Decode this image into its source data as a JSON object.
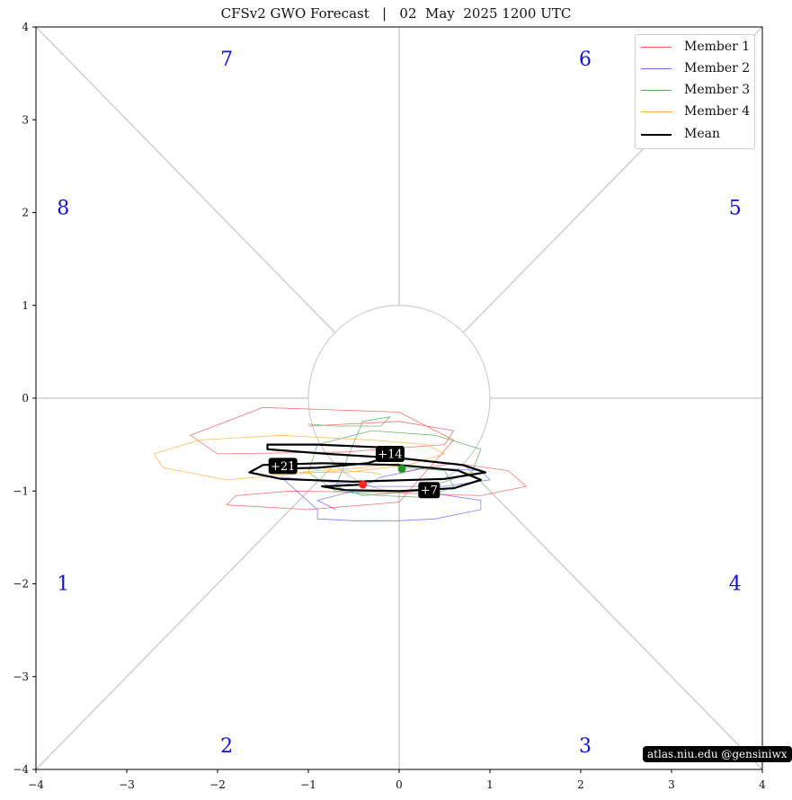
{
  "chart_data": {
    "type": "line",
    "title": "CFSv2 GWO Forecast   |   02  May  2025 1200 UTC",
    "xlim": [
      -4,
      4
    ],
    "ylim": [
      -4,
      4
    ],
    "x_ticks": [
      -4,
      -3,
      -2,
      -1,
      0,
      1,
      2,
      3,
      4
    ],
    "y_ticks": [
      -4,
      -3,
      -2,
      -1,
      0,
      1,
      2,
      3,
      4
    ],
    "x_tick_labels": [
      "−4",
      "−3",
      "−2",
      "−1",
      "0",
      "1",
      "2",
      "3",
      "4"
    ],
    "y_tick_labels": [
      "−4",
      "−3",
      "−2",
      "−1",
      "0",
      "1",
      "2",
      "3",
      "4"
    ],
    "grid": false,
    "legend_placement": "top-right",
    "phases": [
      {
        "label": "1",
        "x": -3.7,
        "y": -2.0
      },
      {
        "label": "2",
        "x": -1.9,
        "y": -3.75
      },
      {
        "label": "3",
        "x": 2.05,
        "y": -3.75
      },
      {
        "label": "4",
        "x": 3.7,
        "y": -2.0
      },
      {
        "label": "5",
        "x": 3.7,
        "y": 2.05
      },
      {
        "label": "6",
        "x": 2.05,
        "y": 3.65
      },
      {
        "label": "7",
        "x": -1.9,
        "y": 3.65
      },
      {
        "label": "8",
        "x": -3.7,
        "y": 2.05
      }
    ],
    "series": [
      {
        "name": "Member 1",
        "color": "#ff5a5a",
        "x": [
          0.0,
          0.6,
          1.2,
          1.4,
          0.9,
          0.0,
          -1.2,
          -1.8,
          -1.9,
          -1.0,
          0.0,
          0.6,
          0.0,
          -1.5,
          -2.3,
          -2.0,
          -0.6,
          0.5,
          0.6,
          0.0,
          -1.0
        ],
        "y": [
          -0.8,
          -0.7,
          -0.78,
          -0.95,
          -1.05,
          -1.02,
          -1.0,
          -1.05,
          -1.15,
          -1.2,
          -1.12,
          -0.45,
          -0.15,
          -0.1,
          -0.4,
          -0.6,
          -0.58,
          -0.5,
          -0.35,
          -0.25,
          -0.3
        ]
      },
      {
        "name": "Member 2",
        "color": "#6a6aff",
        "x": [
          -0.4,
          -0.2,
          0.3,
          0.9,
          1.0,
          0.5,
          -0.3,
          -1.0,
          -1.3,
          -0.9,
          -0.9,
          -0.5,
          0.0,
          0.4,
          0.9,
          0.9,
          0.2,
          -0.5,
          -0.9,
          -0.7
        ],
        "y": [
          -0.95,
          -0.85,
          -0.75,
          -0.78,
          -0.88,
          -0.95,
          -0.95,
          -0.88,
          -0.85,
          -1.2,
          -1.3,
          -1.32,
          -1.32,
          -1.3,
          -1.2,
          -1.1,
          -1.0,
          -1.0,
          -1.1,
          -1.2
        ]
      },
      {
        "name": "Member 3",
        "color": "#5aaa5a",
        "x": [
          0.05,
          0.5,
          0.6,
          0.3,
          -0.2,
          -0.7,
          -1.0,
          -0.9,
          -0.3,
          0.4,
          0.9,
          0.8,
          0.2,
          -0.4,
          -0.7,
          -0.4,
          -0.1,
          -0.2,
          -0.7,
          -1.0
        ],
        "y": [
          -0.75,
          -0.78,
          -0.95,
          -1.07,
          -1.05,
          -1.0,
          -0.8,
          -0.5,
          -0.35,
          -0.4,
          -0.55,
          -0.8,
          -1.0,
          -1.05,
          -0.95,
          -0.25,
          -0.2,
          -0.3,
          -0.3,
          -0.28
        ]
      },
      {
        "name": "Member 4",
        "color": "#ffb040",
        "x": [
          -0.2,
          -0.3,
          -0.6,
          -1.2,
          -1.9,
          -2.6,
          -2.7,
          -2.2,
          -1.3,
          -0.3,
          0.3,
          0.5,
          0.1,
          -0.6,
          -1.1,
          -0.9,
          -0.4,
          0.0
        ],
        "y": [
          -0.82,
          -0.8,
          -0.78,
          -0.82,
          -0.88,
          -0.75,
          -0.6,
          -0.45,
          -0.4,
          -0.45,
          -0.5,
          -0.6,
          -0.72,
          -0.8,
          -0.8,
          -0.78,
          -0.75,
          -0.7
        ]
      },
      {
        "name": "Mean",
        "color": "#000000",
        "x": [
          -0.4,
          -0.6,
          -0.85,
          -0.6,
          0.0,
          0.6,
          0.9,
          0.65,
          0.0,
          -0.85,
          -1.5,
          -1.65,
          -1.3,
          -0.5,
          0.5,
          0.95,
          0.7,
          0.05,
          -0.8,
          -1.45,
          -1.45,
          -0.9,
          -0.2,
          0.0,
          -0.35,
          -0.9,
          -1.35
        ],
        "y": [
          -0.93,
          -0.94,
          -0.95,
          -0.99,
          -1.0,
          -0.97,
          -0.88,
          -0.78,
          -0.72,
          -0.7,
          -0.72,
          -0.8,
          -0.87,
          -0.9,
          -0.87,
          -0.8,
          -0.72,
          -0.65,
          -0.6,
          -0.55,
          -0.5,
          -0.5,
          -0.53,
          -0.6,
          -0.7,
          -0.75,
          -0.76
        ]
      }
    ],
    "start_point": {
      "x": 0.03,
      "y": -0.76,
      "color": "#1f9a1f"
    },
    "end_point": {
      "x": -0.4,
      "y": -0.93,
      "color": "#ff2020"
    },
    "annotations": [
      {
        "text": "+7",
        "x": 0.33,
        "y": -0.99
      },
      {
        "text": "+14",
        "x": -0.1,
        "y": -0.6
      },
      {
        "text": "+21",
        "x": -1.28,
        "y": -0.73
      }
    ]
  },
  "watermark": "atlas.niu.edu  @gensiniwx"
}
